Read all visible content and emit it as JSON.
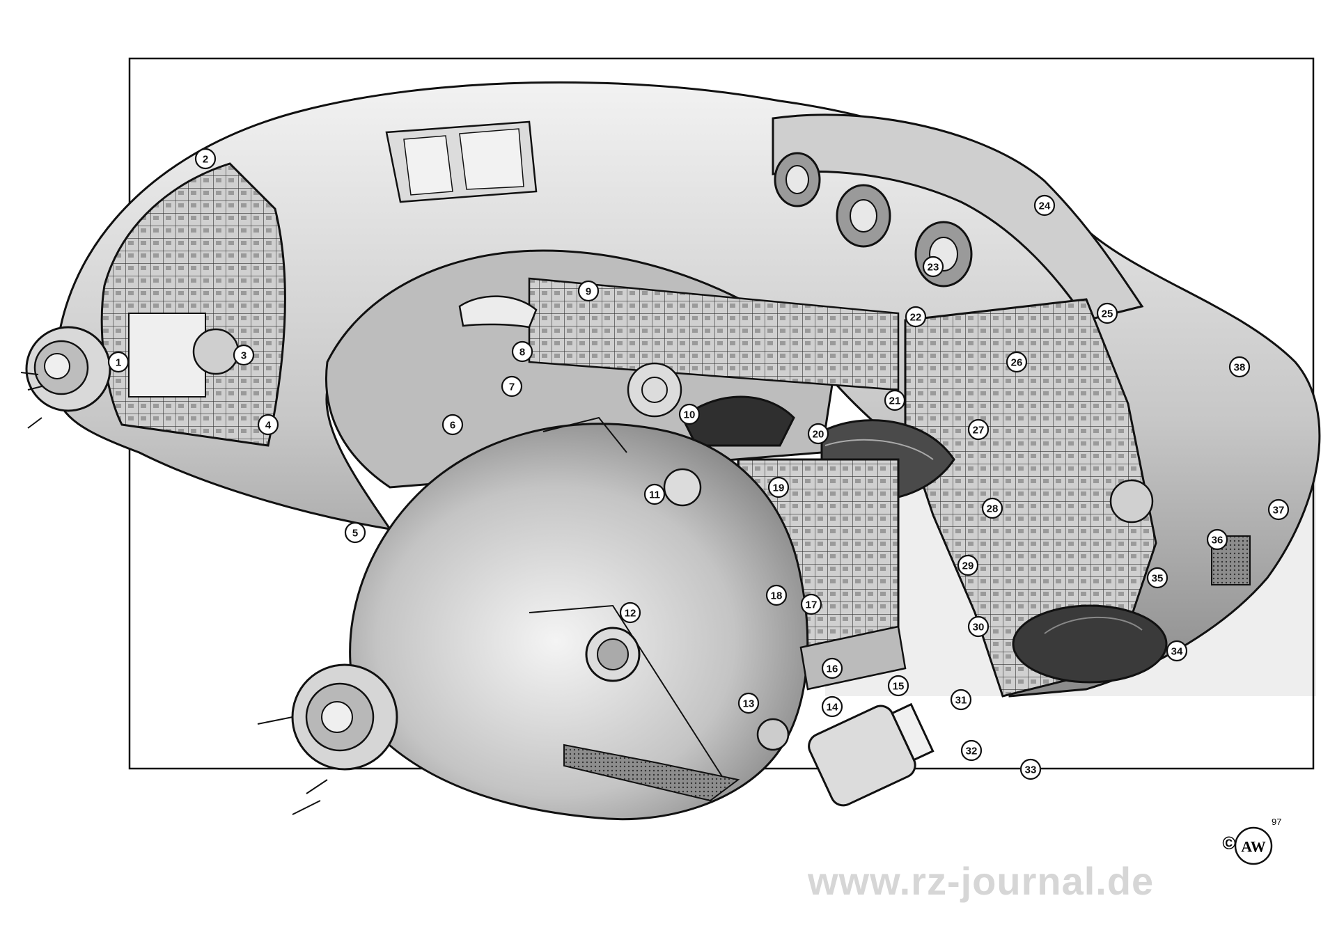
{
  "illustration": {
    "watermark_text": "www.rz-journal.de",
    "signature_mark": "AW",
    "signature_year": "97",
    "copyright_symbol": "©",
    "callouts": [
      "1",
      "2",
      "3",
      "4",
      "5",
      "6",
      "7",
      "8",
      "9",
      "10",
      "11",
      "12",
      "13",
      "14",
      "15",
      "16",
      "17",
      "18",
      "19",
      "20",
      "21",
      "22",
      "23",
      "24",
      "25",
      "26",
      "27",
      "28",
      "29",
      "30",
      "31",
      "32",
      "33",
      "34",
      "35",
      "36",
      "37",
      "38"
    ]
  },
  "colors": {
    "ink": "#111111",
    "hull_light": "#e4e4e4",
    "hull_mid": "#b8b8b8",
    "hull_dark": "#7a7a7a",
    "interior": "#c9c9c9",
    "watermark": "#dcdcdc"
  }
}
